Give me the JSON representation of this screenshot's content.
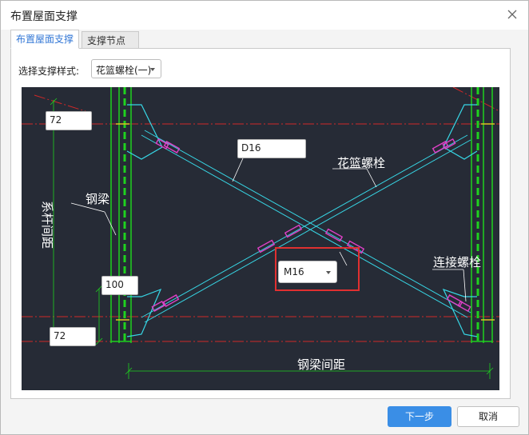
{
  "dialog": {
    "title": "布置屋面支撑"
  },
  "tabs": [
    {
      "label": "布置屋面支撑",
      "active": true
    },
    {
      "label": "支撑节点",
      "active": false
    }
  ],
  "style_select": {
    "label": "选择支撑样式:",
    "value": "花篮螺栓(一)"
  },
  "drawing": {
    "input_top_left": "72",
    "input_mid_left": "100",
    "input_bottom_left": "72",
    "rod_size": "D16",
    "bolt_size": "M16",
    "label_steel_beam": "钢梁",
    "label_purlin_spacing": "系杆间距",
    "label_turnbuckle": "花篮螺栓",
    "label_connection_bolt": "连接螺栓",
    "label_beam_spacing": "钢梁间距"
  },
  "buttons": {
    "next": "下一步",
    "cancel": "取消"
  },
  "colors": {
    "accent": "#3a8ee6",
    "cad_bg": "#262b36",
    "highlight": "#e03030"
  }
}
